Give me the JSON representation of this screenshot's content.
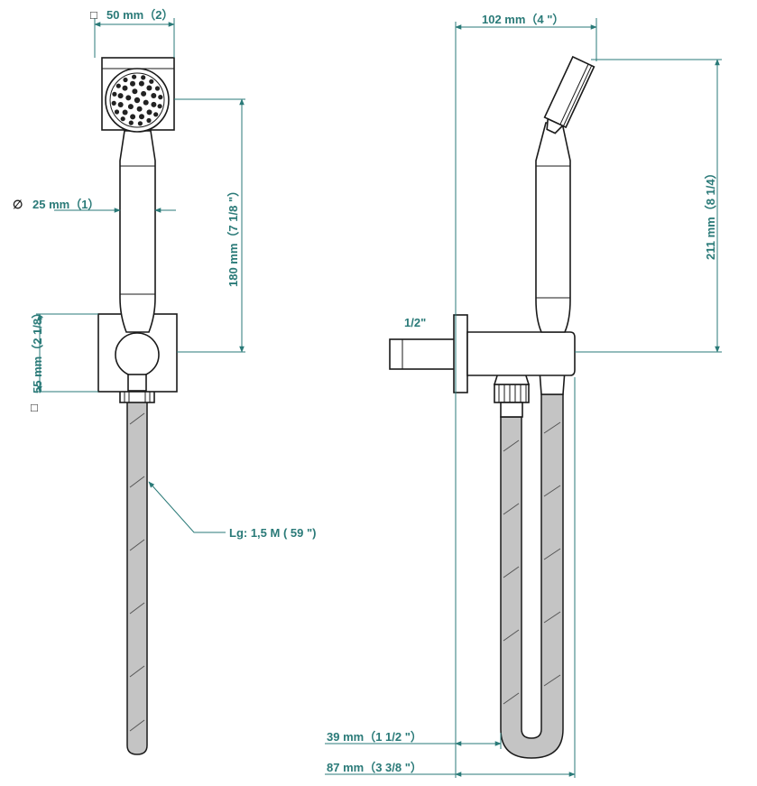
{
  "dimensions": {
    "square_symbol": "□",
    "diameter_symbol": "∅",
    "head_width": "50 mm（2）",
    "handle_diameter": "25 mm（1）",
    "handle_length": "180 mm（7 1/8 \"）",
    "bracket_height": "55 mm（2 1/8）",
    "hose_length": "Lg: 1,5 M ( 59 \")",
    "projection": "102 mm（4 \"）",
    "side_height": "211 mm（8 1/4）",
    "thread": "1/2\"",
    "outlet_offset": "39 mm（1 1/2 \"）",
    "total_depth": "87 mm（3 3/8 \"）"
  },
  "colors": {
    "dimension": "#2a7a78",
    "outline": "#1a1a1a",
    "hose_fill": "#c4c4c4"
  }
}
